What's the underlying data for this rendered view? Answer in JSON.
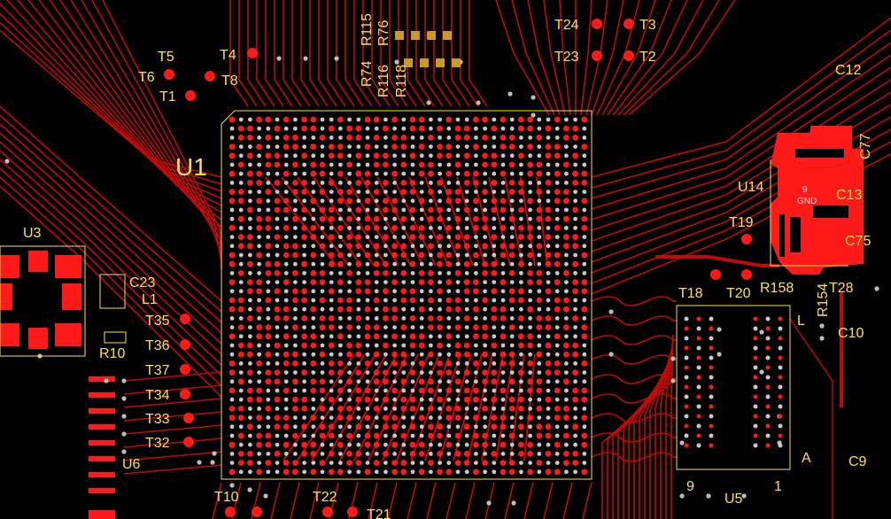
{
  "pcb": {
    "colors": {
      "background": "#000000",
      "copper": "#ff1a1a",
      "trace": "#c00a0a",
      "silkscreen": "#ffe14a",
      "via": "#bdbdbd"
    },
    "labels": {
      "U1": "U1",
      "U3": "U3",
      "U5": "U5",
      "U6": "U6",
      "U14": "U14",
      "C9": "C9",
      "C10": "C10",
      "C12": "C12",
      "C13": "C13",
      "C23": "C23",
      "C75": "C75",
      "C77": "C77",
      "L1": "L1",
      "R10": "R10",
      "R154": "R154",
      "R158": "R158",
      "R74": "R74",
      "R76": "R76",
      "R115": "R115",
      "R116": "R116",
      "R118": "R118",
      "T1": "T1",
      "T2": "T2",
      "T3": "T3",
      "T4": "T4",
      "T5": "T5",
      "T6": "T6",
      "T8": "T8",
      "T10": "T10",
      "T18": "T18",
      "T19": "T19",
      "T20": "T20",
      "T21": "T21",
      "T22": "T22",
      "T23": "T23",
      "T24": "T24",
      "T28": "T28",
      "T32": "T32",
      "T33": "T33",
      "T34": "T34",
      "T35": "T35",
      "T36": "T36",
      "T37": "T37",
      "pin_L": "L",
      "pin_A": "A",
      "pin_9": "9",
      "pin_1": "1",
      "gnd_net": "GND",
      "gnd_pad": "9"
    }
  }
}
